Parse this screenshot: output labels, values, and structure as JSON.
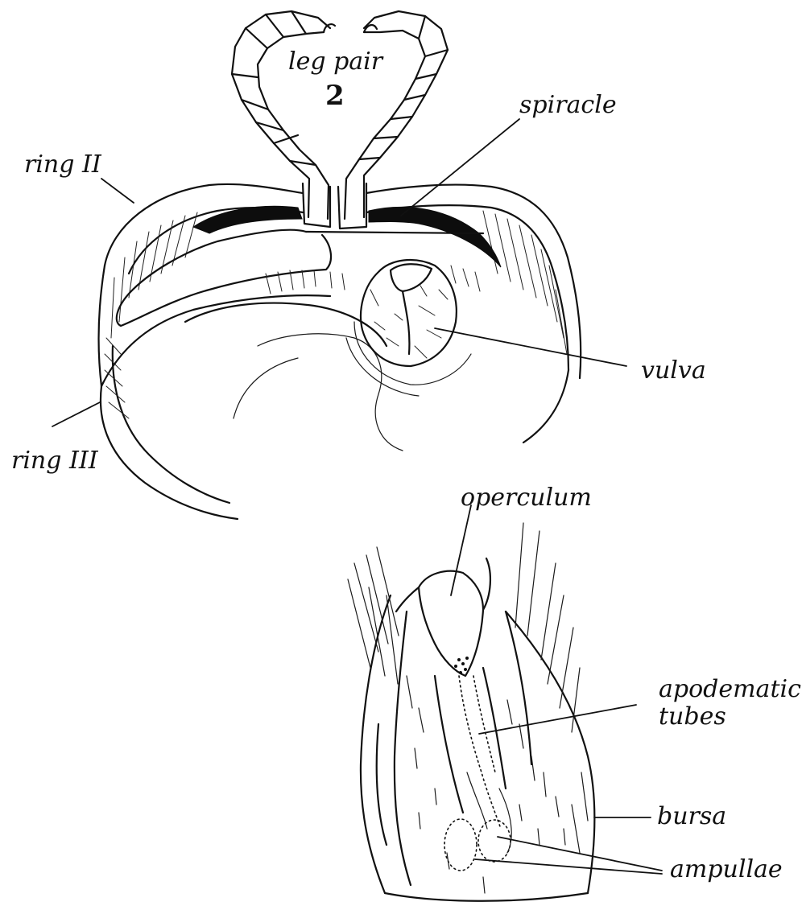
{
  "diagram": {
    "labels": {
      "leg_pair": "leg pair",
      "leg_pair_number": "2",
      "spiracle": "spiracle",
      "ring_ii": "ring II",
      "ring_iii": "ring III",
      "vulva": "vulva",
      "operculum": "operculum",
      "apodematic_tubes_line1": "apodematic",
      "apodematic_tubes_line2": "tubes",
      "bursa": "bursa",
      "ampullae": "ampullae"
    },
    "colors": {
      "ink": "#111111",
      "paper": "#ffffff"
    }
  }
}
